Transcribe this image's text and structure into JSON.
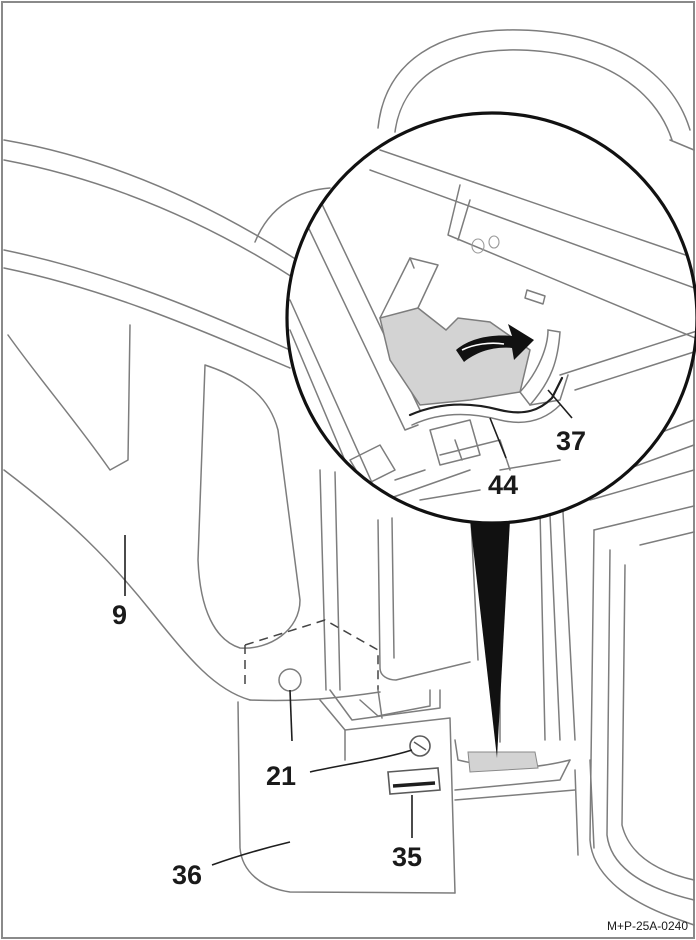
{
  "figure": {
    "callouts": {
      "c9": "9",
      "c21": "21",
      "c35": "35",
      "c36": "36",
      "c37": "37",
      "c44": "44"
    },
    "reference_code": "M+P-25A-0240",
    "colors": {
      "outline": "#7d7d7d",
      "ink": "#1e1e1e",
      "highlight": "#d3d3d3",
      "background": "#ffffff"
    }
  }
}
